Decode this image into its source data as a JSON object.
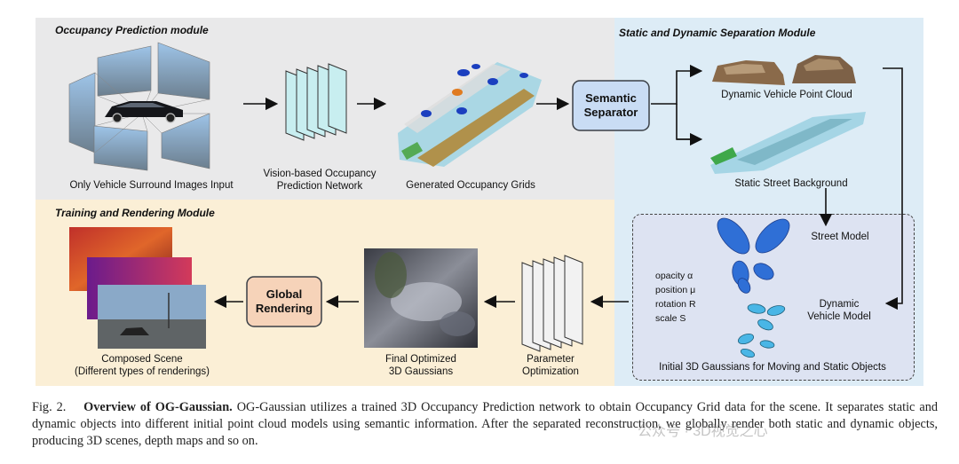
{
  "panels": {
    "occupancy_title": "Occupancy Prediction module",
    "separation_title": "Static and Dynamic Separation Module",
    "training_title": "Training and Rendering Module"
  },
  "occupancy": {
    "surround_label": "Only Vehicle Surround Images Input",
    "network_label_line1": "Vision-based Occupancy",
    "network_label_line2": "Prediction Network",
    "grids_label": "Generated Occupancy Grids"
  },
  "separation": {
    "separator_line1": "Semantic",
    "separator_line2": "Separator",
    "dynamic_label": "Dynamic Vehicle Point Cloud",
    "static_label": "Static Street Background",
    "street_model": "Street Model",
    "dynamic_model_line1": "Dynamic",
    "dynamic_model_line2": "Vehicle Model",
    "params": [
      "opacity α",
      "position μ",
      "rotation R",
      "scale S"
    ],
    "initial_label": "Initial 3D Gaussians for Moving and Static Objects"
  },
  "training": {
    "param_opt_line1": "Parameter",
    "param_opt_line2": "Optimization",
    "final_line1": "Final Optimized",
    "final_line2": "3D Gaussians",
    "global_line1": "Global",
    "global_line2": "Rendering",
    "composed_line1": "Composed Scene",
    "composed_line2": "(Different types of renderings)"
  },
  "caption": {
    "fig": "Fig. 2.",
    "title": "Overview of OG-Gaussian.",
    "body": "OG-Gaussian utilizes a trained 3D Occupancy Prediction network to obtain Occupancy Grid data for the scene. It separates static and dynamic objects into different initial point cloud models using semantic information. After the separated reconstruction, we globally render both static and dynamic objects, producing 3D scenes, depth maps and so on."
  },
  "watermark": "公众号 · 3D视觉之心",
  "colors": {
    "occupancy_bg": "#e9e9ea",
    "separation_bg": "#ddecf6",
    "training_bg": "#fbefd6",
    "separator_fill": "#c9dcf4",
    "global_fill": "#f6d3b9",
    "gaussian_blue": "#2f6fd6",
    "gaussian_cyan": "#49b6e6"
  }
}
